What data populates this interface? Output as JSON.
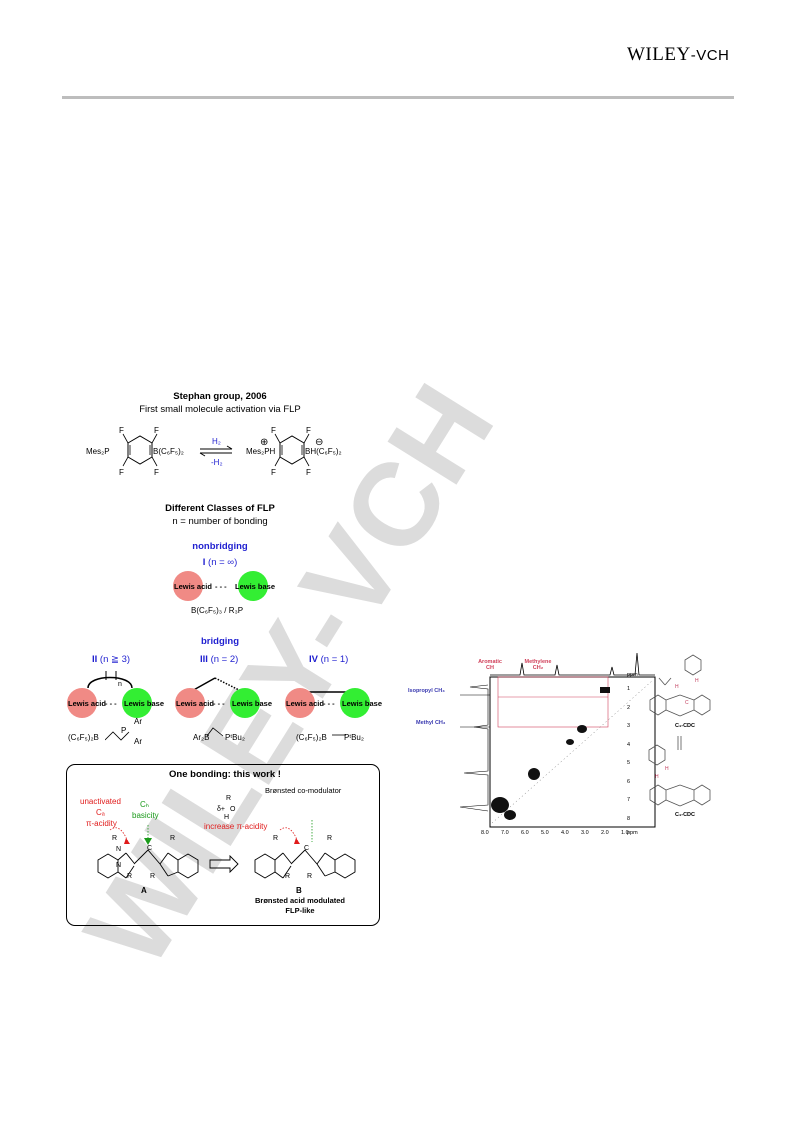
{
  "header": {
    "publisher_main": "WILEY",
    "publisher_suffix": "-VCH"
  },
  "watermark": {
    "text": "WILEY-VCH",
    "color": "#d9d9d9"
  },
  "scheme": {
    "stephan_title": "Stephan group, 2006",
    "stephan_subtitle": "First small molecule activation via FLP",
    "reaction": {
      "left_group": "Mes₂P",
      "left_boron": "B(C₆F₅)₂",
      "above_arrow": "H₂",
      "below_arrow": "-H₂",
      "right_group": "Mes₂PH",
      "right_boron": "BH(C₆F₅)₂",
      "plus": "⊕",
      "minus": "⊖",
      "fluorine": "F"
    },
    "classes_title": "Different Classes of FLP",
    "classes_subtitle": "n = number of bonding",
    "nonbridging_label": "nonbridging",
    "class_I": {
      "numeral": "I",
      "cond": "(n = ∞)",
      "example": "B(C₆F₅)₃ / R₃P"
    },
    "bridging_label": "bridging",
    "class_II": {
      "numeral": "II",
      "cond": "(n ≧ 3)",
      "n": "n",
      "example_left": "(C₆F₅)₂B",
      "example_p": "P",
      "ar1": "Ar",
      "ar2": "Ar"
    },
    "class_III": {
      "numeral": "III",
      "cond": "(n = 2)",
      "example_left": "Ar₂B",
      "example_right": "PᵗBu₂"
    },
    "class_IV": {
      "numeral": "IV",
      "cond": "(n = 1)",
      "example_left": "(C₆F₅)₂B",
      "example_right": "PᵗBu₂"
    },
    "lewis_acid": "Lewis acid",
    "lewis_base": "Lewis base",
    "dashes": "- - -",
    "box": {
      "title": "One bonding: this work !",
      "bronsted": "Brønsted co-modulator",
      "unactivated": "unactivated",
      "ca": "Cₐ",
      "pi_acidity": "π-acidity",
      "cb": "Cₕ",
      "basicity": "basicity",
      "increase": "increase π-acidity",
      "label_a": "A",
      "label_b": "B",
      "caption_b_line1": "Brønsted acid modulated",
      "caption_b_line2": "FLP-like",
      "r": "R",
      "n": "N",
      "c": "C",
      "delta_plus": "δ+",
      "h": "H",
      "o": "O"
    }
  },
  "nmr": {
    "aromatic_ch": "Aromatic CH",
    "methylene": "Methylene CH₂",
    "isopropyl": "Isopropyl CH₃",
    "methyl": "Methyl CH₃",
    "ppm": "ppm",
    "x_ticks": [
      "8.0",
      "7.0",
      "6.0",
      "5.0",
      "4.0",
      "3.0",
      "2.0",
      "1.0"
    ],
    "y_ticks": [
      "1",
      "2",
      "3",
      "4",
      "5",
      "6",
      "7",
      "8"
    ],
    "struct_top_label": "C₁-CDC",
    "struct_bottom_label": "C₁-CDC"
  }
}
